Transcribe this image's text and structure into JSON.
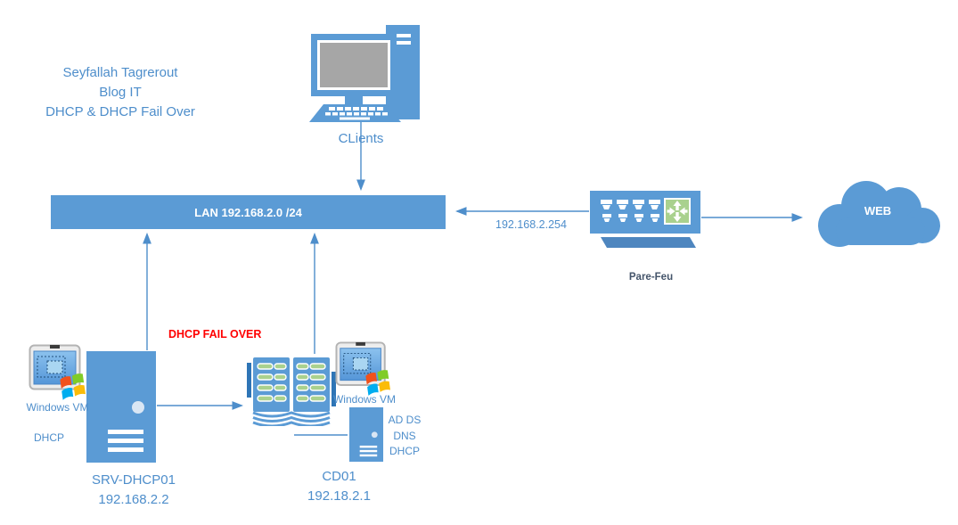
{
  "header": {
    "line1": "Seyfallah Tagrerout",
    "line2": "Blog IT",
    "line3": "DHCP & DHCP Fail Over"
  },
  "clients": {
    "label": "CLients"
  },
  "lan": {
    "label": "LAN 192.168.2.0 /24"
  },
  "firewall": {
    "name": "Pare-Feu",
    "ip_label": "192.168.2.254"
  },
  "web": {
    "label": "WEB"
  },
  "srv_dhcp01": {
    "vm": "Windows VM",
    "role": "DHCP",
    "name": "SRV-DHCP01",
    "ip": "192.168.2.2"
  },
  "cd01": {
    "vm": "Windows VM",
    "roles": [
      "AD DS",
      "DNS",
      "DHCP"
    ],
    "name": "CD01",
    "ip": "192.18.2.1"
  },
  "failover": {
    "label": "DHCP FAIL OVER"
  },
  "colors": {
    "primary_blue": "#5B9BD5",
    "dark_blue": "#2E75B6",
    "line_blue": "#4E8ECB",
    "green": "#A9D18E",
    "red": "#FF0000",
    "dark_label": "#44546A",
    "screen_gray": "#A6A6A6"
  }
}
